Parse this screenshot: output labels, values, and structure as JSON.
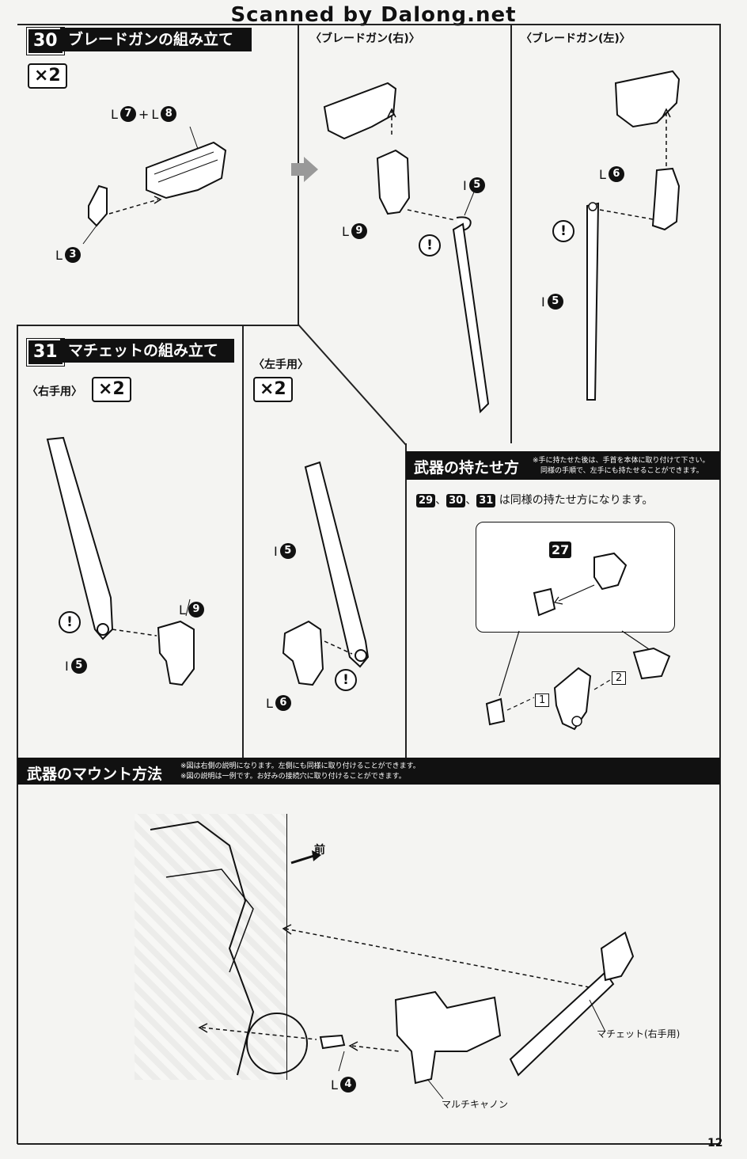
{
  "watermark": "Scanned by Dalong.net",
  "step30": {
    "number": "30",
    "title": "ブレードガンの組み立て",
    "qty": "×2",
    "right_label": "〈ブレードガン(右)〉",
    "left_label": "〈ブレードガン(左)〉",
    "parts": {
      "a_L": "L",
      "a_n": "7",
      "plus": "+",
      "b_L": "L",
      "b_n": "8",
      "c_L": "L",
      "c_n": "3",
      "r_I": "I",
      "r_In": "5",
      "r_L": "L",
      "r_Ln": "9",
      "l_L": "L",
      "l_Ln": "6",
      "l_I": "I",
      "l_In": "5"
    },
    "warn": "!"
  },
  "step31": {
    "number": "31",
    "title": "マチェットの組み立て",
    "right_label": "〈右手用〉",
    "right_qty": "×2",
    "left_label": "〈左手用〉",
    "left_qty": "×2",
    "parts": {
      "r_L": "L",
      "r_Ln": "9",
      "r_I": "I",
      "r_In": "5",
      "l_I": "I",
      "l_In": "5",
      "l_L": "L",
      "l_Ln": "6"
    },
    "warn": "!"
  },
  "hold": {
    "title": "武器の持たせ方",
    "note1": "※手に持たせた後は、手首を本体に取り付けて下さい。",
    "note2": "同様の手順で、左手にも持たせることができます。",
    "ref_a": "29",
    "sep1": "、",
    "ref_b": "30",
    "sep2": "、",
    "ref_c": "31",
    "text": "は同様の持たせ方になります。",
    "box_ref": "27",
    "step1": "1",
    "step2": "2"
  },
  "mount": {
    "title": "武器のマウント方法",
    "note1": "※図は右側の説明になります。左側にも同様に取り付けることができます。",
    "note2": "※図の説明は一例です。お好みの接続穴に取り付けることができます。",
    "front": "前",
    "machete": "マチェット(右手用)",
    "cannon": "マルチキャノン",
    "part_L": "L",
    "part_n": "4"
  },
  "page_number": "12"
}
